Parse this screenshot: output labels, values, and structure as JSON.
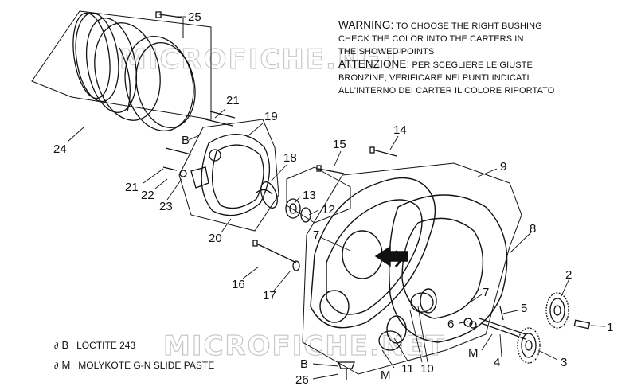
{
  "watermark": "MICROFICHE.NET",
  "warning": {
    "en_head": "WARNING:",
    "en_line1": "TO CHOOSE THE RIGHT BUSHING",
    "en_line2": "CHECK THE COLOR INTO THE CARTERS IN",
    "en_line3": "THE SHOWED POINTS",
    "it_head": "ATTENZIONE:",
    "it_line1": "PER SCEGLIERE LE GIUSTE",
    "it_line2": "BRONZINE, VERIFICARE NEI PUNTI INDICATI",
    "it_line3": "ALL'INTERNO DEI CARTER IL COLORE RIPORTATO"
  },
  "legend": [
    {
      "symbol": "∂",
      "code": "B",
      "text": "LOCTITE 243"
    },
    {
      "symbol": "∂",
      "code": "M",
      "text": "MOLYKOTE G-N SLIDE PASTE"
    }
  ],
  "callouts": [
    "25",
    "24",
    "21",
    "19",
    "B",
    "18",
    "21",
    "22",
    "23",
    "15",
    "14",
    "13",
    "12",
    "20",
    "9",
    "8",
    "7",
    "16",
    "17",
    "2",
    "5",
    "1",
    "7",
    "6",
    "M",
    "4",
    "3",
    "B",
    "26",
    "M",
    "11",
    "10"
  ]
}
